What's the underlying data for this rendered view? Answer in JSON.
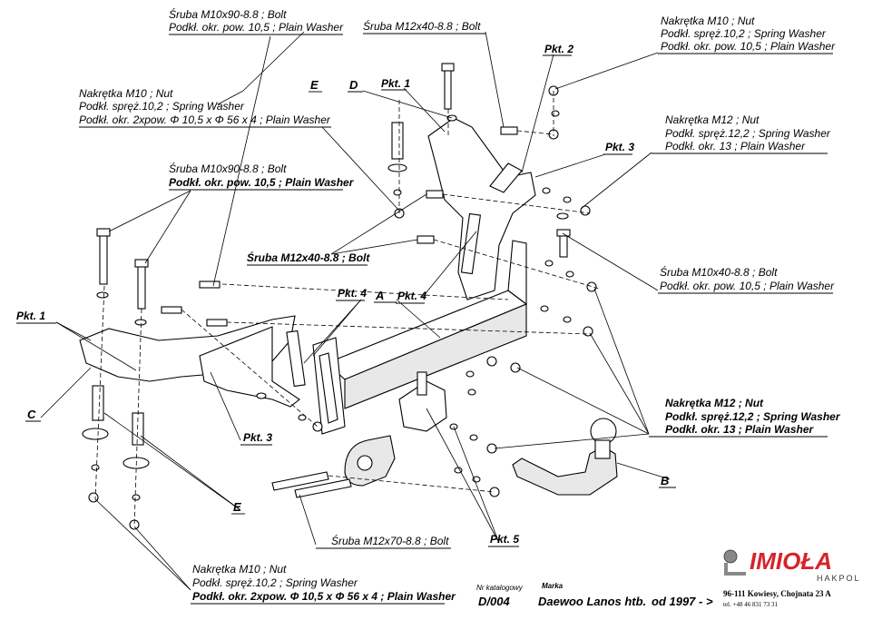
{
  "callouts": {
    "bolt_m10x90_top": {
      "l1": "Śruba M10x90-8.8 ;  Bolt",
      "l2": "Podkł. okr. pow. 10,5 ; Plain Washer"
    },
    "bolt_m12x40_top": {
      "l1": "Śruba M12x40-8.8 ;  Bolt"
    },
    "nut_m10_top_right": {
      "l1": "Nakrętka  M10 ; Nut",
      "l2": "Podkł. spręż.10,2 ; Spring Washer",
      "l3": "Podkł. okr. pow. 10,5 ; Plain Washer"
    },
    "nut_m10_left": {
      "l1": "Nakrętka  M10 ; Nut",
      "l2": "Podkł. spręż.10,2 ; Spring Washer",
      "l3": "Podkł. okr. 2xpow. Φ 10,5 x Φ 56 x 4 ; Plain Washer"
    },
    "nut_m12_right": {
      "l1": "Nakrętka  M12 ; Nut",
      "l2": "Podkł. spręż.12,2 ; Spring Washer",
      "l3": "Podkł. okr. 13 ; Plain Washer"
    },
    "bolt_m10x90_left": {
      "l1": "Śruba M10x90-8.8 ;  Bolt",
      "l2": "Podkł. okr. pow. 10,5 ; Plain Washer"
    },
    "bolt_m12x40_mid": {
      "l1": "Śruba M12x40-8.8 ;  Bolt"
    },
    "bolt_m10x40_right": {
      "l1": "Śruba M10x40-8.8 ;  Bolt",
      "l2": "Podkł. okr. pow. 10,5 ; Plain Washer"
    },
    "nut_m12_lower_right": {
      "l1": "Nakrętka  M12 ; Nut",
      "l2": "Podkł. spręż.12,2 ; Spring Washer",
      "l3": "Podkł. okr. 13 ; Plain Washer"
    },
    "bolt_m12x70": {
      "l1": "Śruba M12x70-8.8 ;  Bolt"
    },
    "nut_m10_bottom": {
      "l1": "Nakrętka  M10 ; Nut",
      "l2": "Podkł. spręż.10,2 ; Spring Washer",
      "l3": "Podkł. okr. 2xpow. Φ 10,5 x Φ 56 x 4 ; Plain Washer"
    }
  },
  "points": {
    "pkt1_top": "Pkt. 1",
    "pkt2": "Pkt. 2",
    "pkt3_right": "Pkt. 3",
    "pkt1_left": "Pkt. 1",
    "pkt4_a": "Pkt. 4",
    "pkt4_b": "Pkt. 4",
    "pkt3_left": "Pkt. 3",
    "pkt5": "Pkt. 5"
  },
  "letters": {
    "E_top": "E",
    "D": "D",
    "A": "A",
    "C": "C",
    "E_bottom": "E",
    "B": "B"
  },
  "footer": {
    "catalog_label": "Nr katalogowy",
    "catalog_value": "D/004",
    "brand_label": "Marka",
    "brand_value": "Daewoo Lanos htb.",
    "year": "od 1997 - >"
  },
  "company": {
    "logo": "IMIOŁA",
    "sub": "HAKPOL",
    "address": "96-111 Kowiesy, Chojnata 23 A",
    "tel": "tel. +48 46 831 73 31"
  },
  "colors": {
    "logo": "#d8232a"
  }
}
